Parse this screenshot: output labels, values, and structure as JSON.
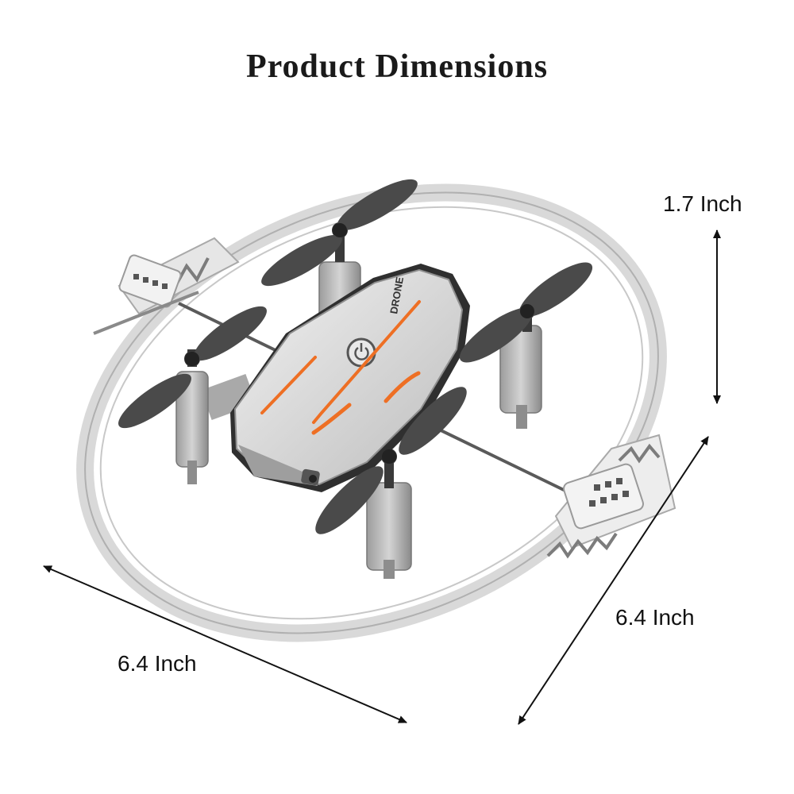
{
  "title": "Product Dimensions",
  "dimensions": {
    "height": "1.7 Inch",
    "width_left": "6.4 Inch",
    "width_right": "6.4 Inch"
  },
  "product": {
    "body_text": "DRONE",
    "accent_color": "#ee6f24",
    "body_color": "#d8d8d8",
    "propeller_color": "#4a4a4a"
  }
}
